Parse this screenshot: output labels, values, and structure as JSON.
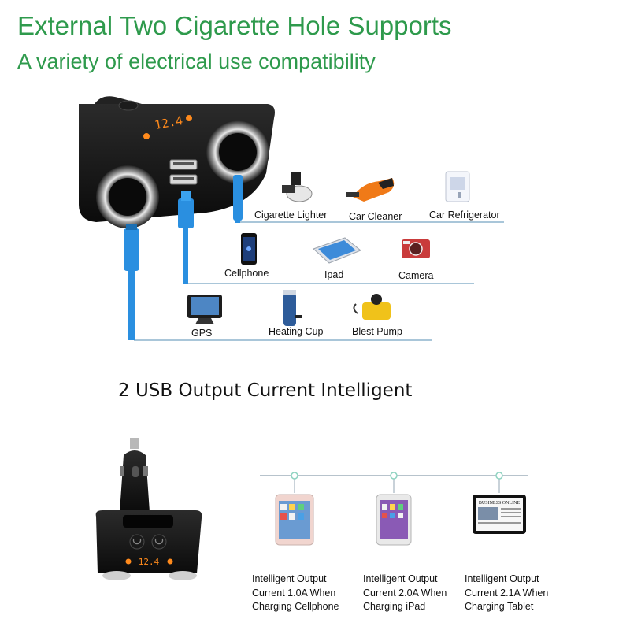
{
  "header": {
    "title": "External Two Cigarette Hole Supports",
    "subtitle": "A variety of electrical use compatibility"
  },
  "device_display": "12.4",
  "top_rows": [
    {
      "items": [
        {
          "label": "Cigarette Lighter",
          "icon": "cigarette-lighter-icon"
        },
        {
          "label": "Car Cleaner",
          "icon": "car-cleaner-icon"
        },
        {
          "label": "Car Refrigerator",
          "icon": "car-refrigerator-icon"
        }
      ]
    },
    {
      "items": [
        {
          "label": "Cellphone",
          "icon": "cellphone-icon"
        },
        {
          "label": "Ipad",
          "icon": "ipad-icon"
        },
        {
          "label": "Camera",
          "icon": "camera-icon"
        }
      ]
    },
    {
      "items": [
        {
          "label": "GPS",
          "icon": "gps-icon"
        },
        {
          "label": "Heating Cup",
          "icon": "heating-cup-icon"
        },
        {
          "label": "Blest Pump",
          "icon": "air-pump-icon"
        }
      ]
    }
  ],
  "section2": {
    "title": "2 USB Output Current Intelligent",
    "device_display": "12.4",
    "tablet_headline": "BUSINESS ONLINE",
    "outputs": [
      {
        "lines": [
          "Intelligent Output",
          "Current 1.0A When",
          "Charging Cellphone"
        ]
      },
      {
        "lines": [
          "Intelligent Output",
          "Current 2.0A When",
          "Charging iPad"
        ]
      },
      {
        "lines": [
          "Intelligent Output",
          "Current 2.1A When",
          "Charging Tablet"
        ]
      }
    ]
  },
  "colors": {
    "headline_green": "#2e9a4c",
    "cable_blue": "#2a8fe0",
    "line_blue": "#a9c6d9",
    "display_orange": "#ff8a1c",
    "device_black": "#141414"
  }
}
